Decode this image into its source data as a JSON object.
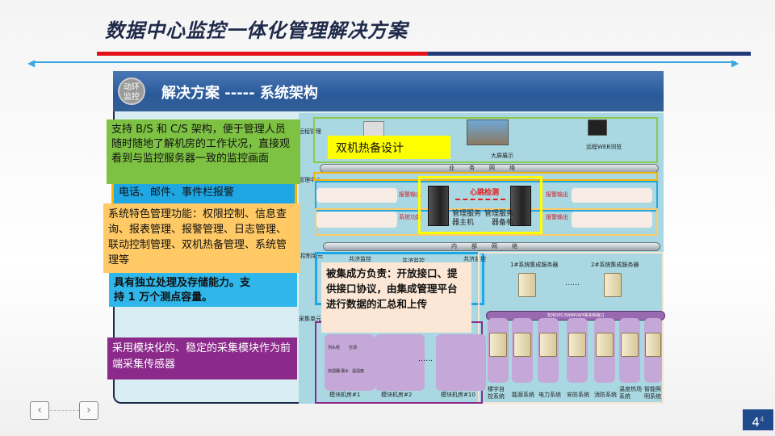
{
  "slide": {
    "title": "数据中心监控一体化管理解决方案",
    "header_title": "解决方案 ----- 系统架构",
    "badge_text": [
      "动环",
      "监控"
    ],
    "page_number": "4",
    "page_superscript": "4",
    "prev_icon": "chevron-left",
    "next_icon": "chevron-right"
  },
  "callouts": {
    "bs_cs": "支持 B/S 和 C/S 架构，便于管理人员随时随地了解机房的工作状况，直接观看到与监控服务器一致的监控画面",
    "alarm": "电话、邮件、事件栏报警",
    "features": "系统特色管理功能：权限控制、信息查询、报表管理、报警管理、日志管理、联动控制管理、双机热备管理、系统管理等",
    "capacity_1": "具有独立处理及存储能力。支",
    "capacity_2": "持 1 万个测点容量。",
    "modular": "采用模块化的、稳定的采集模块作为前端采集传感器",
    "hot_standby": "双机热备设计",
    "integration": "被集成方负责：开放接口、提供接口协议，由集成管理平台进行数据的汇总和上传"
  },
  "diagram": {
    "layers": [
      "远程管理",
      "管理中心",
      "控制单元",
      "采集单元"
    ],
    "big_screen": "大屏展示",
    "web_browse": "远程WEB浏览",
    "business_network": "业务网络",
    "internal_network": "内部网络",
    "heartbeat": "心跳检测",
    "main_server": "管理服务器主机",
    "backup_server": "管理服务器备机",
    "alarm_output": "报警输出",
    "system_function": "系统功能",
    "monitor_units": [
      "共济监控",
      "共济监控",
      "共济监控"
    ],
    "integration_servers": [
      "1#系统集成服务器",
      "2#系统集成服务器"
    ],
    "ellipsis": "……",
    "interface_bar": "支持OPC/SNMP/API等多种接口",
    "subsystems": [
      "楼宇自控系统",
      "能源系统",
      "电力系统",
      "安防系统",
      "消防系统",
      "温度热场系统",
      "智能照明系统"
    ],
    "module_rooms": [
      "模块机房#1",
      "模块机房#2",
      "模块机房#10"
    ],
    "module_devices": [
      "列头柜",
      "空调",
      "加湿器",
      "漏水",
      "温湿度"
    ]
  },
  "colors": {
    "title": "#1f2a4a",
    "red_rule": "#e3101a",
    "green_callout": "#7dc242",
    "orange_callout": "#ffc966",
    "blue_callout": "#2fb6ea",
    "purple_callout": "#8b2a8a",
    "yellow_label": "#ffff00",
    "peach_callout": "#fce7d6"
  }
}
